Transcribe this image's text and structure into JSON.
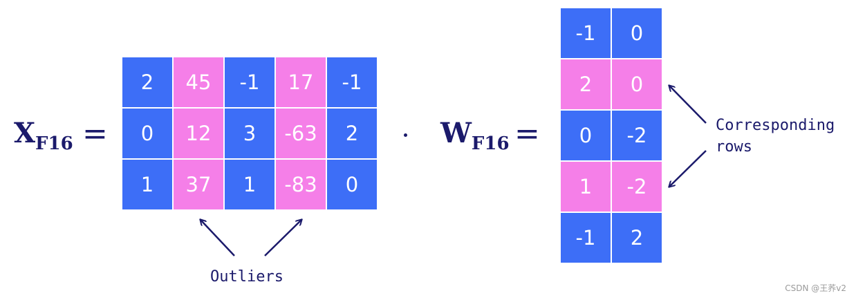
{
  "colors": {
    "normal": "#3d6ef7",
    "outlier": "#f57fe8",
    "ink": "#1b1a6b"
  },
  "x_matrix": {
    "label_main": "X",
    "label_sub": "F16",
    "equals": "=",
    "cells": [
      [
        {
          "v": "2",
          "t": "normal"
        },
        {
          "v": "45",
          "t": "outlier"
        },
        {
          "v": "-1",
          "t": "normal"
        },
        {
          "v": "17",
          "t": "outlier"
        },
        {
          "v": "-1",
          "t": "normal"
        }
      ],
      [
        {
          "v": "0",
          "t": "normal"
        },
        {
          "v": "12",
          "t": "outlier"
        },
        {
          "v": "3",
          "t": "normal"
        },
        {
          "v": "-63",
          "t": "outlier"
        },
        {
          "v": "2",
          "t": "normal"
        }
      ],
      [
        {
          "v": "1",
          "t": "normal"
        },
        {
          "v": "37",
          "t": "outlier"
        },
        {
          "v": "1",
          "t": "normal"
        },
        {
          "v": "-83",
          "t": "outlier"
        },
        {
          "v": "0",
          "t": "normal"
        }
      ]
    ]
  },
  "operator": "·",
  "w_matrix": {
    "label_main": "W",
    "label_sub": "F16",
    "equals": "=",
    "cells": [
      [
        {
          "v": "-1",
          "t": "normal"
        },
        {
          "v": "0",
          "t": "normal"
        }
      ],
      [
        {
          "v": "2",
          "t": "outlier"
        },
        {
          "v": "0",
          "t": "outlier"
        }
      ],
      [
        {
          "v": "0",
          "t": "normal"
        },
        {
          "v": "-2",
          "t": "normal"
        }
      ],
      [
        {
          "v": "1",
          "t": "outlier"
        },
        {
          "v": "-2",
          "t": "outlier"
        }
      ],
      [
        {
          "v": "-1",
          "t": "normal"
        },
        {
          "v": "2",
          "t": "normal"
        }
      ]
    ]
  },
  "annotations": {
    "outliers": "Outliers",
    "corresponding_rows": "Corresponding\nrows"
  },
  "watermark": "CSDN @王荞v2"
}
